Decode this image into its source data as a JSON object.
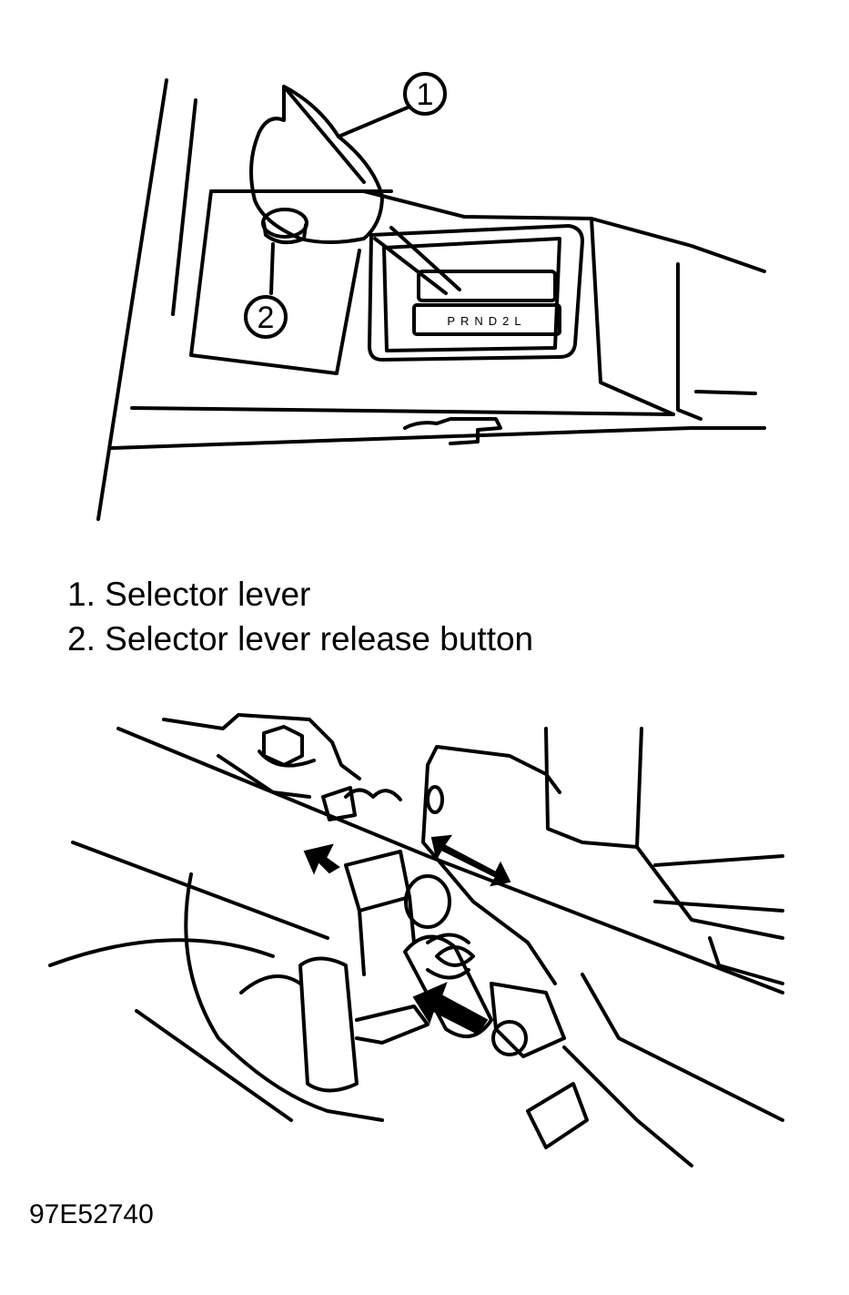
{
  "callouts": [
    {
      "number": "1",
      "label": "Selector lever"
    },
    {
      "number": "2",
      "label": "Selector lever release button"
    }
  ],
  "legend": [
    {
      "number": "1.",
      "text": "Selector lever"
    },
    {
      "number": "2.",
      "text": "Selector lever release button"
    }
  ],
  "gate_label": "PRND2L",
  "figure_id": "97E52740"
}
